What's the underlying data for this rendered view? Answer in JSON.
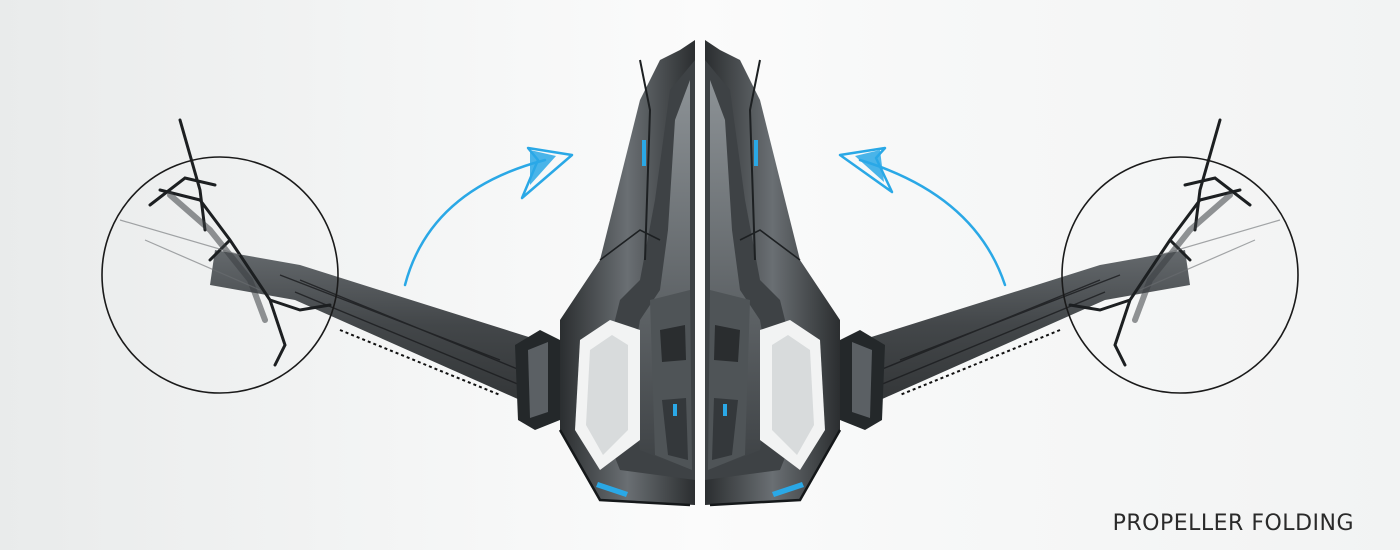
{
  "caption": "PROPELLER FOLDING",
  "colors": {
    "background": "#f6f7f7",
    "ink": "#2c2f31",
    "accent": "#2aa8e6"
  },
  "icons": [
    "fold-arrow-left",
    "fold-arrow-right",
    "propeller-circle-left",
    "propeller-circle-right"
  ]
}
